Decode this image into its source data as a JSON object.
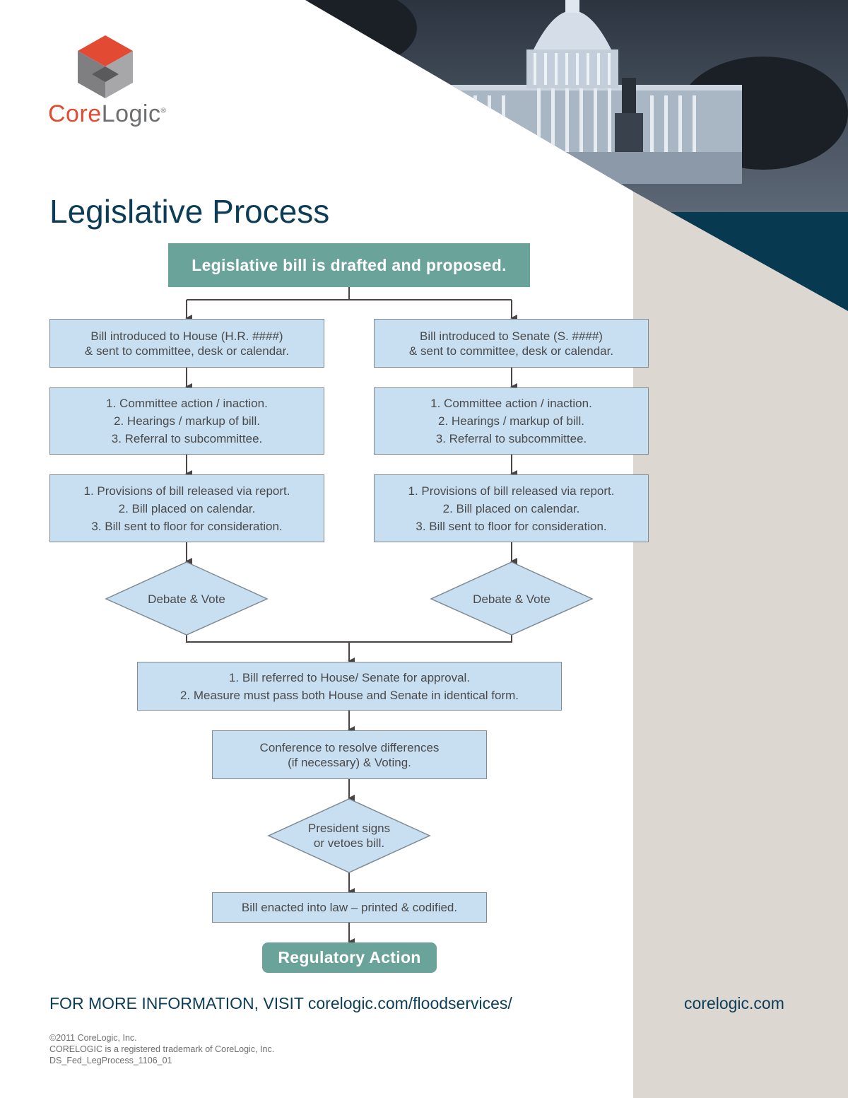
{
  "brand": {
    "name_core": "Core",
    "name_logic": "Logic",
    "registered_mark": "®"
  },
  "page_title": "Legislative Process",
  "flowchart": {
    "start": "Legislative bill is drafted and proposed.",
    "house": {
      "intro": [
        "Bill introduced to House (H.R. ####)",
        "& sent to committee, desk or calendar."
      ],
      "committee": [
        "1. Committee action / inaction.",
        "2. Hearings / markup of bill.",
        "3. Referral to subcommittee."
      ],
      "floor": [
        "1. Provisions of bill released via report.",
        "2. Bill placed on calendar.",
        "3. Bill sent to floor for consideration."
      ],
      "vote": "Debate & Vote"
    },
    "senate": {
      "intro": [
        "Bill introduced to Senate (S. ####)",
        "& sent to committee, desk or calendar."
      ],
      "committee": [
        "1. Committee action / inaction.",
        "2. Hearings / markup of bill.",
        "3. Referral to subcommittee."
      ],
      "floor": [
        "1. Provisions of bill released via report.",
        "2. Bill placed on calendar.",
        "3. Bill sent to floor for consideration."
      ],
      "vote": "Debate & Vote"
    },
    "approval": [
      "1. Bill referred to House/ Senate for approval.",
      "2. Measure must pass both House and Senate in identical form."
    ],
    "conference": [
      "Conference to resolve differences",
      "(if necessary) & Voting."
    ],
    "president": [
      "President signs",
      "or vetoes bill."
    ],
    "enacted": "Bill enacted into law – printed & codified.",
    "end": "Regulatory Action"
  },
  "footer": {
    "more_info": "FOR MORE INFORMATION, VISIT corelogic.com/floodservices/",
    "site": "corelogic.com",
    "legal": [
      "©2011 CoreLogic, Inc.",
      "CORELOGIC is a registered trademark of CoreLogic, Inc.",
      "DS_Fed_LegProcess_1106_01"
    ]
  },
  "colors": {
    "title": "#0d3c57",
    "teal": "#6aa39a",
    "box_fill": "#c8dff1",
    "box_border": "#7f8a93",
    "side_panel": "#dcd7d0",
    "navy_triangle": "#073a50",
    "logo_red": "#e24a33"
  }
}
